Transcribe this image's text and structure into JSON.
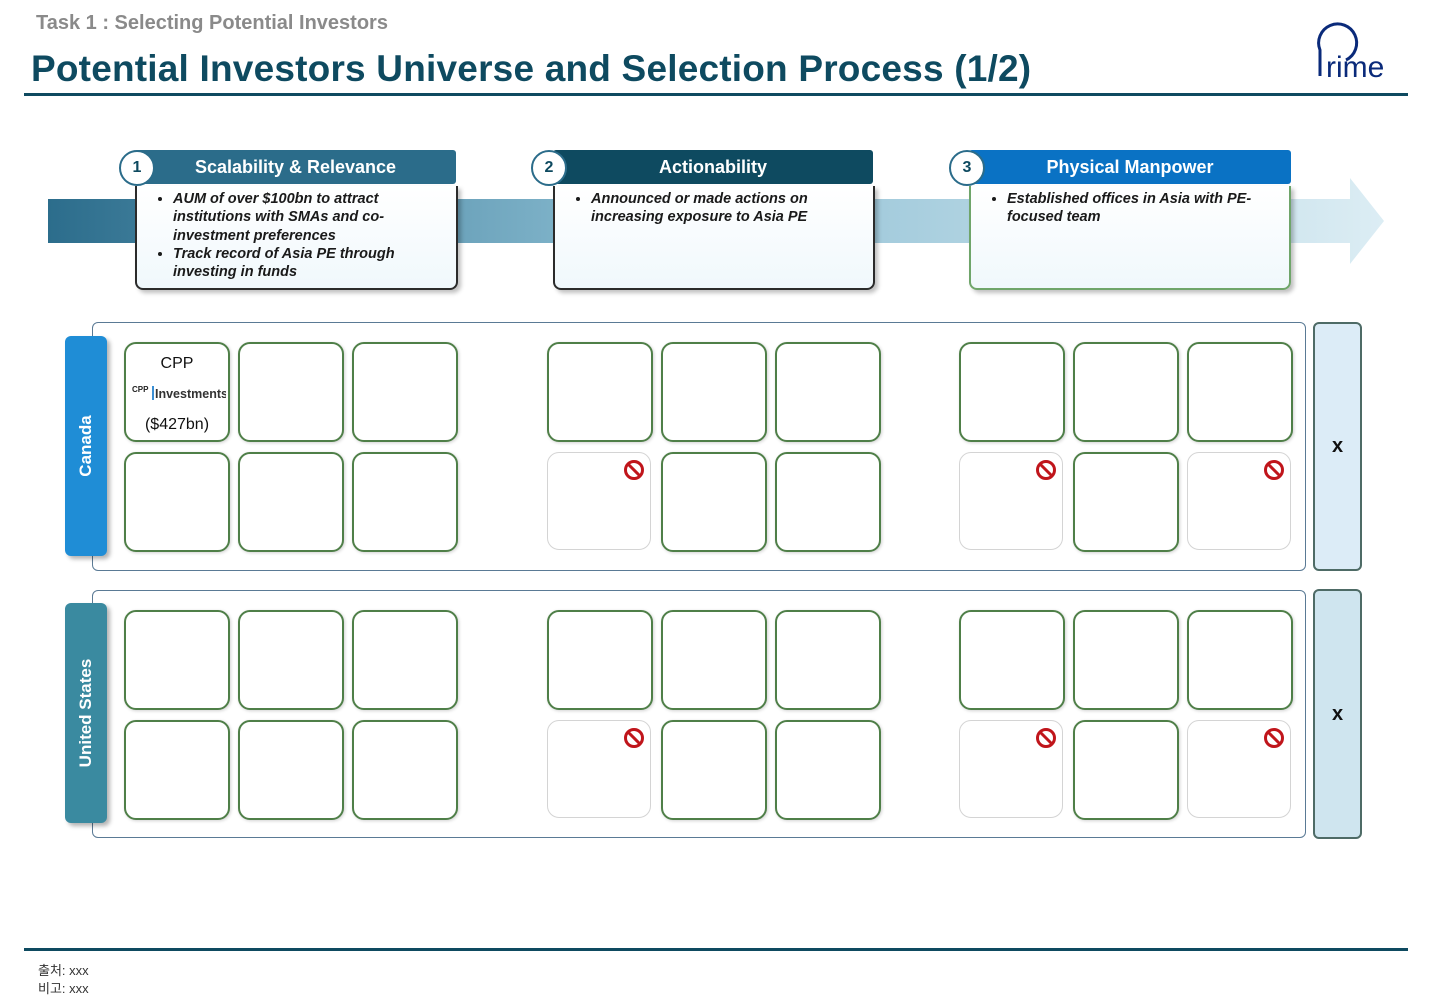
{
  "header": {
    "task": "Task 1 : Selecting Potential Investors",
    "title": "Potential Investors Universe and Selection Process (1/2)",
    "logo_text": "rime"
  },
  "stages": [
    {
      "number": "1",
      "title": "Scalability & Relevance",
      "color": "#2b6c8a",
      "bullets": [
        "AUM of over $100bn to attract institutions with SMAs and co-investment preferences",
        "Track record of Asia PE through investing in funds"
      ]
    },
    {
      "number": "2",
      "title": "Actionability",
      "color": "#0e4a60",
      "bullets": [
        "Announced or made actions on increasing exposure to Asia PE"
      ]
    },
    {
      "number": "3",
      "title": "Physical Manpower",
      "color": "#0a72c4",
      "bullets": [
        "Established offices in Asia with PE-focused team"
      ]
    }
  ],
  "regions": [
    {
      "name": "Canada",
      "tab_color": "#1f8dd6",
      "result": "x",
      "result_bg": "#dcecf7"
    },
    {
      "name": "United States",
      "tab_color": "#3a8aa0",
      "result": "x",
      "result_bg": "#cfe5ef"
    }
  ],
  "first_cell": {
    "name": "CPP",
    "logo_small": "CPP",
    "logo_big": "Investments",
    "aum": "($427bn)"
  },
  "excluded_positions": [
    "stage2-row2-col1",
    "stage3-row2-col1",
    "stage3-row2-col3"
  ],
  "footer": {
    "source": "출처: xxx",
    "note": "비고: xxx"
  }
}
